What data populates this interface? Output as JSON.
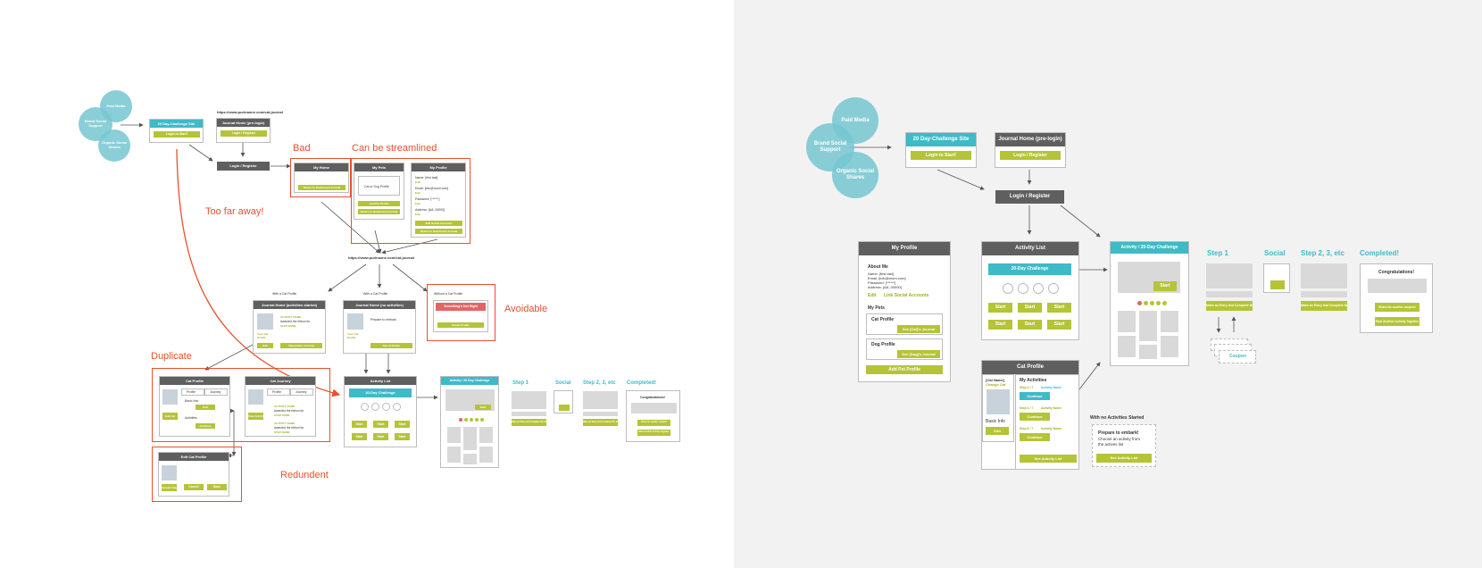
{
  "left": {
    "circles": {
      "paid": "Paid Media",
      "brand": "Brand Social Support",
      "organic": "Organic Social Shares"
    },
    "challenge_site": {
      "title": "20 Day-Challenge Site",
      "button": "Login to Start!"
    },
    "journal_prelogin": {
      "url": "https://www.purinaone.com/cat-journal",
      "title": "Journal Home (pre-login)",
      "button": "Login / Register"
    },
    "login": "Login / Register",
    "my_home": {
      "title": "My Home",
      "button": "Return to Dashboard Journal"
    },
    "my_pets": {
      "title": "My Pets",
      "card": "Cat or Dog Profile",
      "add": "Add Pet Profile",
      "return": "Return to Dashboard Journal"
    },
    "my_profile": {
      "title": "My Profile",
      "lines": [
        "Name: [first last]",
        "Edit",
        "Email: [info@mom.com]",
        "Edit",
        "Password: [******]",
        "Edit",
        "Address: [AA, 00000]",
        "Edit"
      ],
      "edit_social": "Edit Social Accounts",
      "return": "Return to Dashboard Journal"
    },
    "journal_url": "https://www.purinaone.com/cat-journal",
    "with_cat_label": "With a Cat Profile",
    "with_cat_label2": "With a Cat Profile",
    "without_cat_label": "Without a Cat Profile",
    "journal_started": {
      "title": "Journal Home (activities started)",
      "cat_lab": "Your Cat Profile",
      "edit": "Edit",
      "activity": "ACTIVITY NAME",
      "text": "Awarded the ribbon for",
      "step": "STEP NAME",
      "button": "View [Cat]'s Journey"
    },
    "journal_none": {
      "title": "Journal Home (no activities)",
      "text": "Prepare to embark",
      "cat_lab": "Your Cat Profile",
      "button": "See Activities"
    },
    "wrong": {
      "title": "Something's Not Right",
      "button": "Create Profile"
    },
    "cat_profile": {
      "title": "Cat Profile",
      "tab1": "Profile",
      "tab2": "Journey",
      "basic": "Basic Info",
      "edit": "Edit",
      "activities": "Activities",
      "continue": "Continue",
      "edit_cat": "Edit Cat"
    },
    "cat_journey": {
      "title": "Cat Journey",
      "tab1": "Profile",
      "tab2": "Journey",
      "edit_cat": "View Activity",
      "activity1": "ACTIVITY NAME",
      "text1": "Awarded the ribbon for",
      "step1": "STEP NAME",
      "activity2": "ACTIVITY NAME",
      "text2": "Awarded the ribbon for",
      "step2": "STEP NAME"
    },
    "edit_cat_profile": {
      "title": "Edit Cat Profile",
      "upload": "Upload Image",
      "cancel": "Cancel",
      "save": "Save"
    },
    "activity_list": {
      "title": "Activity List",
      "challenge": "20-Day Challenge",
      "start": "Start"
    },
    "activity_challenge": {
      "title": "Activity / 20-Day Challenge",
      "start": "Start"
    },
    "step1": {
      "title": "Step 1",
      "btn": "Make an Entry and Complete this Step"
    },
    "social": {
      "title": "Social"
    },
    "step23": {
      "title": "Step 2, 3, etc",
      "btn": "Make an Entry and Complete this Step"
    },
    "completed": {
      "title": "Completed!",
      "congrats": "Congratulations!",
      "btn1": "Share for another coupon!",
      "btn2": "Start Another Activity Together"
    },
    "annotations": {
      "bad": "Bad",
      "streamlined": "Can be streamlined",
      "too_far": "Too far away!",
      "avoidable": "Avoidable",
      "duplicate": "Duplicate",
      "redundent": "Redundent"
    }
  },
  "right": {
    "circles": {
      "paid": "Paid Media",
      "brand": "Brand Social Support",
      "organic": "Organic Social Shares"
    },
    "challenge_site": {
      "title": "20 Day-Challenge Site",
      "button": "Login to Start!"
    },
    "journal_prelogin": {
      "title": "Journal Home (pre-login)",
      "button": "Login / Register"
    },
    "login": "Login / Register",
    "my_profile": {
      "title": "My Profile",
      "about": "About Me",
      "lines": [
        "Name: [first last]",
        "Email: [info@mom.com]",
        "Password: [******]",
        "Address: [AA, 00000]"
      ],
      "edit": "Edit",
      "link_social": "Link Social Accounts",
      "my_pets": "My Pets",
      "cat_profile": "Cat Profile",
      "cat_btn": "See [Cat]'s Journal",
      "dog_profile": "Dog Profile",
      "dog_btn": "See [Dog]'s Journal",
      "add_pet": "Add Pet Profile"
    },
    "activity_list": {
      "title": "Activity List",
      "challenge": "20-Day Challenge",
      "start": "Start"
    },
    "activity_challenge": {
      "title": "Activity / 20-Day Challenge",
      "start": "Start"
    },
    "step1": {
      "title": "Step 1",
      "btn": "Make an Entry and Complete this Step"
    },
    "social": {
      "title": "Social"
    },
    "step23": {
      "title": "Step 2, 3, etc",
      "btn": "Make an Entry and Complete this Step"
    },
    "completed": {
      "title": "Completed!",
      "congrats": "Congratulations!",
      "btn1": "Share for another coupon!",
      "btn2": "Start Another Activity Together"
    },
    "coupon": "Coupon",
    "cat_profile": {
      "title": "Cat Profile",
      "cat_name": "[Cat Name]",
      "change_cat": "Change Cat",
      "basic": "Basic Info",
      "edit": "Edit",
      "my_activities": "My Activities",
      "s1": "Step 3 / 7",
      "s2": "Step 4 / 7",
      "s3": "Step 6 / 7",
      "act": "Activity Name",
      "continue": "Continue",
      "see_list": "See Activity List"
    },
    "no_activities": {
      "label": "With no Activities Started",
      "text1": "Prepare to embark!",
      "text2": "Choose an activity from",
      "text3": "the actives list",
      "btn": "See Activity List"
    }
  }
}
